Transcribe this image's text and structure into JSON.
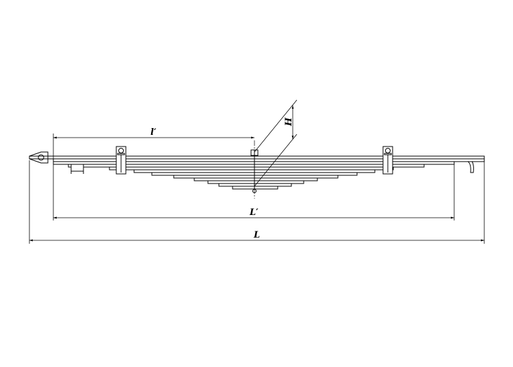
{
  "drawing": {
    "labels": {
      "l_prime": "l′",
      "H": "H",
      "L_prime": "L′",
      "L": "L"
    },
    "line_color": "#000000",
    "background": "#ffffff"
  }
}
